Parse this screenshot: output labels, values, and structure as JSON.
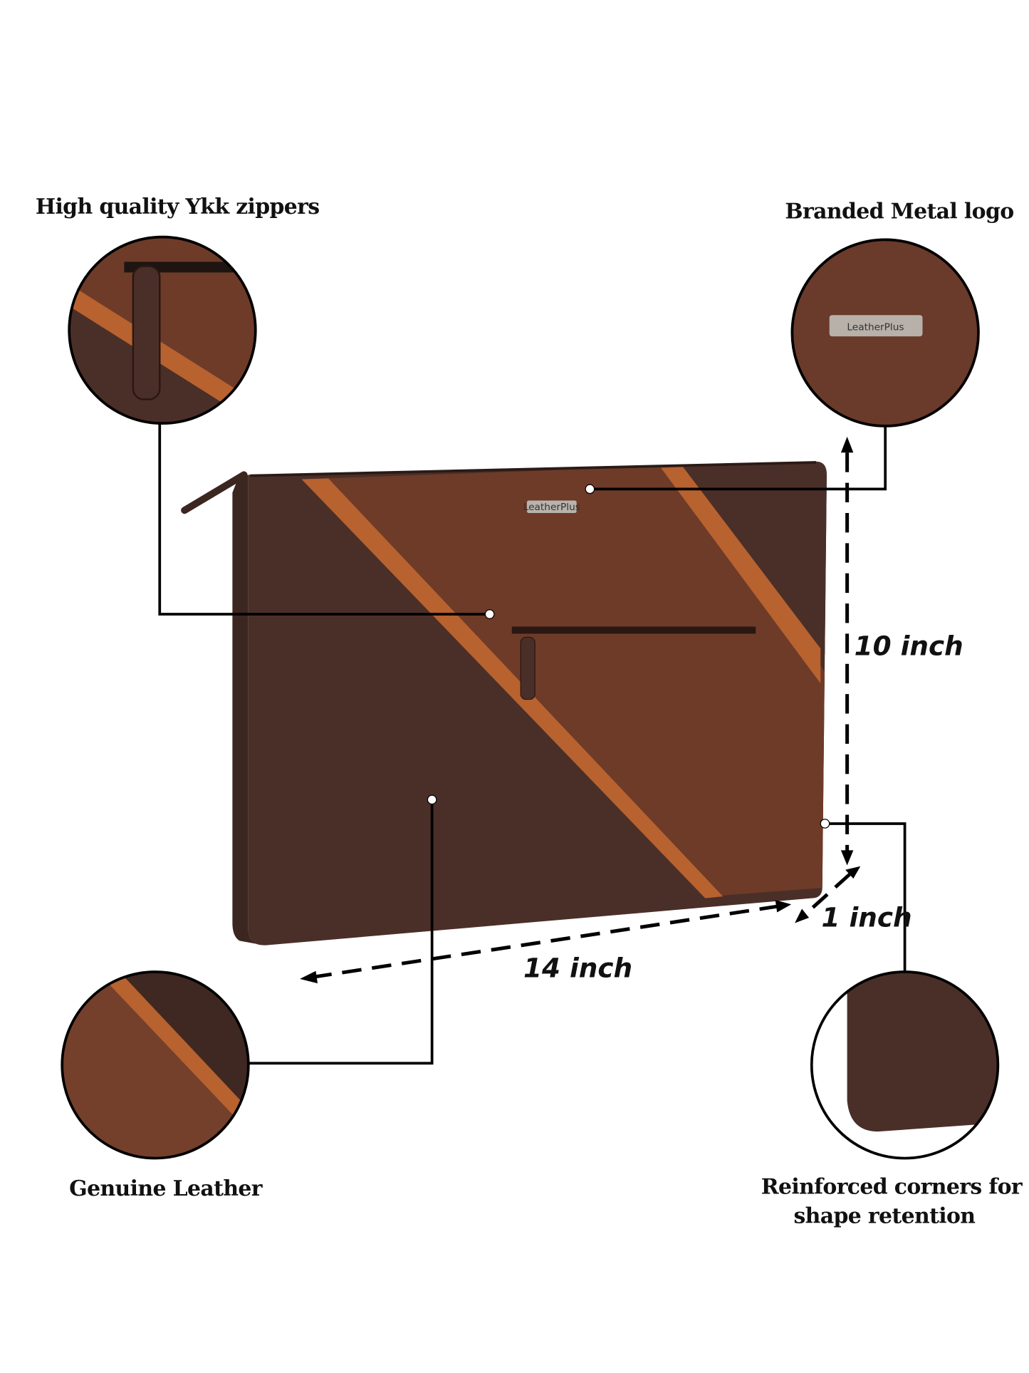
{
  "features": {
    "zippers": "High quality Ykk zippers",
    "logo": "Branded Metal logo",
    "leather": "Genuine Leather",
    "corners_line1": "Reinforced corners for",
    "corners_line2": "shape retention"
  },
  "dimensions": {
    "height": "10 inch",
    "width": "14 inch",
    "depth": "1 inch"
  },
  "brand_plate": "LeatherPlus",
  "colors": {
    "dark_leather": "#4a2f28",
    "mid_panel": "#6e3b29",
    "tan_stripe": "#b8622f",
    "line": "#000000"
  }
}
